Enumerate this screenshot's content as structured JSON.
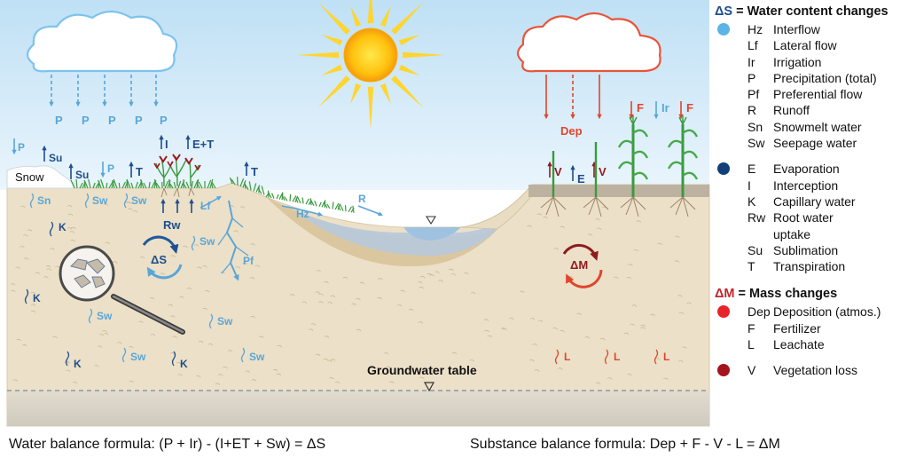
{
  "labels": {
    "snow": "Snow",
    "groundwater_table": "Groundwater table",
    "delta_s": "ΔS",
    "delta_m": "ΔM",
    "P": "P",
    "Su": "Su",
    "Sn": "Sn",
    "Sw": "Sw",
    "K": "K",
    "T": "T",
    "I": "I",
    "ET": "E+T",
    "Rw": "Rw",
    "Lf": "Lf",
    "Pf": "Pf",
    "Hz": "Hz",
    "R": "R",
    "Dep": "Dep",
    "F": "F",
    "Ir": "Ir",
    "V": "V",
    "E": "E",
    "L": "L"
  },
  "legend": {
    "water": {
      "symbol": "ΔS",
      "title": "= Water content changes",
      "color": "#1f4e8c",
      "groups": [
        {
          "dot": "#5bb4e5",
          "items": [
            {
              "abbr": "Hz",
              "desc": "Interflow"
            },
            {
              "abbr": "Lf",
              "desc": "Lateral flow"
            },
            {
              "abbr": "Ir",
              "desc": "Irrigation"
            },
            {
              "abbr": "P",
              "desc": "Precipitation (total)"
            },
            {
              "abbr": "Pf",
              "desc": "Preferential flow"
            },
            {
              "abbr": "R",
              "desc": "Runoff"
            },
            {
              "abbr": "Sn",
              "desc": "Snowmelt water"
            },
            {
              "abbr": "Sw",
              "desc": "Seepage water"
            }
          ]
        },
        {
          "dot": "#123f7a",
          "items": [
            {
              "abbr": "E",
              "desc": "Evaporation"
            },
            {
              "abbr": "I",
              "desc": "Interception"
            },
            {
              "abbr": "K",
              "desc": "Capillary water"
            },
            {
              "abbr": "Rw",
              "desc": "Root water"
            },
            {
              "abbr": "",
              "desc": "uptake"
            },
            {
              "abbr": "Su",
              "desc": "Sublimation"
            },
            {
              "abbr": "T",
              "desc": "Transpiration"
            }
          ]
        }
      ]
    },
    "mass": {
      "symbol": "ΔM",
      "title": "= Mass changes",
      "color": "#c0282d",
      "groups": [
        {
          "dot": "#e8242b",
          "items": [
            {
              "abbr": "Dep",
              "desc": "Deposition (atmos.)"
            },
            {
              "abbr": "F",
              "desc": "Fertilizer"
            },
            {
              "abbr": "L",
              "desc": "Leachate"
            }
          ]
        },
        {
          "dot": "#a3141f",
          "items": [
            {
              "abbr": "V",
              "desc": "Vegetation loss"
            }
          ]
        }
      ]
    }
  },
  "formulas": {
    "water": "Water balance formula: (P + Ir) - (I+ET + Sw) = ΔS",
    "substance": "Substance balance formula: Dep + F - V - L = ΔM"
  },
  "colors": {
    "light_blue": "#5aa6d8",
    "dark_blue": "#1f4e8c",
    "red": "#e0452d",
    "dark_red": "#8e1b1f",
    "soil": "#ece0c8",
    "sky": "#d3e9f7"
  }
}
